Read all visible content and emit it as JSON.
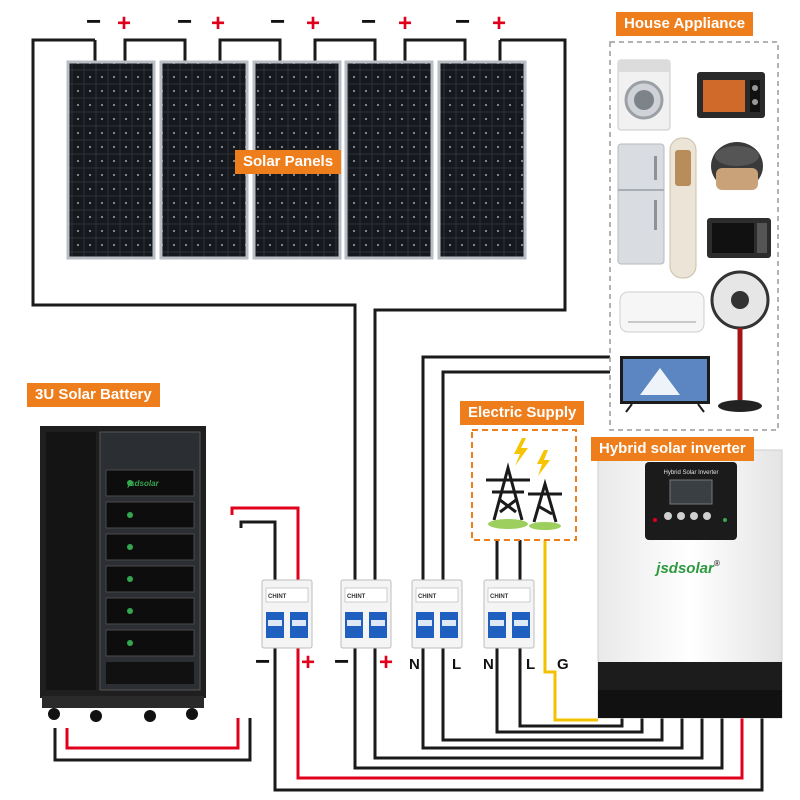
{
  "labels": {
    "solar_panels": "Solar Panels",
    "house_appliance": "House Appliance",
    "battery": "3U Solar Battery",
    "electric_supply": "Electric Supply",
    "inverter": "Hybrid solar inverter"
  },
  "panel_terminals": [
    {
      "neg": "−",
      "pos": "+"
    },
    {
      "neg": "−",
      "pos": "+"
    },
    {
      "neg": "−",
      "pos": "+"
    },
    {
      "neg": "−",
      "pos": "+"
    },
    {
      "neg": "−",
      "pos": "+"
    }
  ],
  "breaker_terminals": {
    "battery_neg": "−",
    "battery_pos": "+",
    "pv_neg": "−",
    "pv_pos": "+",
    "grid_n": "N",
    "grid_l": "L",
    "load_n": "N",
    "load_l": "L",
    "ground": "G"
  },
  "breaker_brand": "CHINT",
  "inverter": {
    "panel_title": "Hybrid Solar Inverter",
    "brand": "jsdsolar",
    "brand_mark": "®"
  },
  "battery_brand": "jsdsolar",
  "colors": {
    "accent": "#ee7d1c",
    "wire_black": "#1a1a1a",
    "wire_red": "#e0001b",
    "wire_yellow": "#f2c200",
    "breaker_blue": "#1f5fbf"
  },
  "icons": {
    "appliances": [
      "washing-machine-icon",
      "oven-icon",
      "fridge-icon",
      "tower-ac-icon",
      "rice-cooker-icon",
      "microwave-icon",
      "split-ac-icon",
      "stand-fan-icon",
      "tv-icon"
    ],
    "grid": [
      "transmission-tower-icon",
      "lightning-bolt-icon"
    ]
  }
}
